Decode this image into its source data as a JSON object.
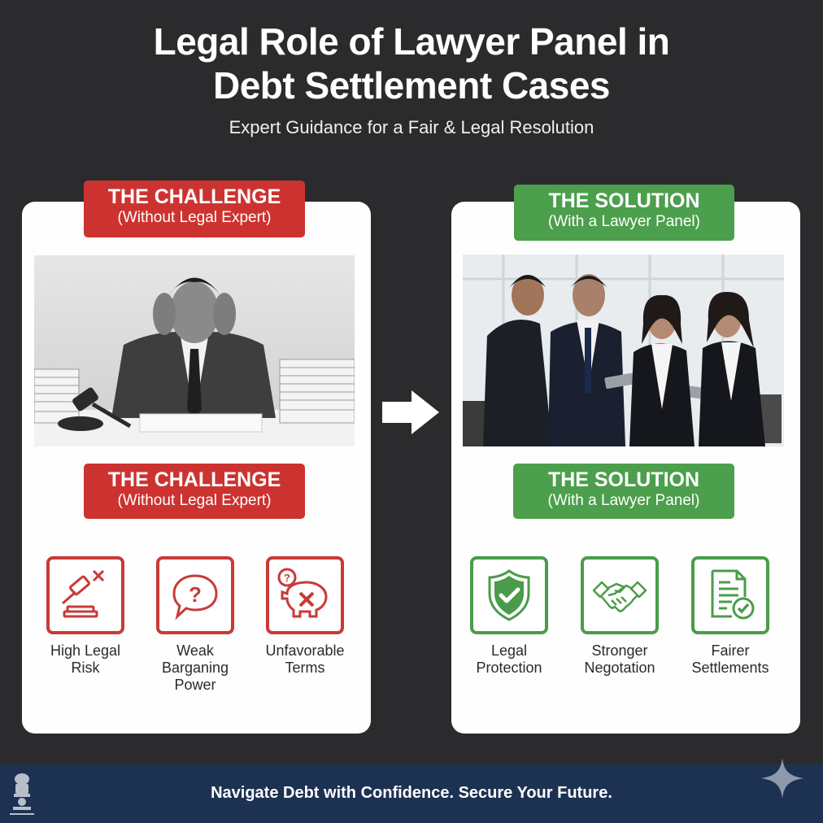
{
  "header": {
    "title_line1": "Legal Role of Lawyer Panel in",
    "title_line2": "Debt Settlement Cases",
    "subtitle": "Expert Guidance for a Fair & Legal Resolution"
  },
  "challenge": {
    "badge_title": "THE CHALLENGE",
    "badge_subtitle": "(Without Legal Expert)",
    "photo_alt": "Stressed man at desk with gavel and paper stacks",
    "color": "#cc3330",
    "items": [
      {
        "icon": "gavel-x-icon",
        "line1": "High Legal",
        "line2": "Risk",
        "line3": ""
      },
      {
        "icon": "speech-question-icon",
        "line1": "Weak",
        "line2": "Barganing",
        "line3": "Power"
      },
      {
        "icon": "piggybank-x-icon",
        "line1": "Unfavorable",
        "line2": "Terms",
        "line3": ""
      }
    ]
  },
  "solution": {
    "badge_title": "THE SOLUTION",
    "badge_subtitle": "(With a Lawyer Panel)",
    "photo_alt": "Team of four lawyers reviewing tablets in office",
    "color": "#4c9f4c",
    "items": [
      {
        "icon": "shield-check-icon",
        "line1": "Legal",
        "line2": "Protection"
      },
      {
        "icon": "handshake-icon",
        "line1": "Stronger",
        "line2": "Negotation"
      },
      {
        "icon": "document-check-icon",
        "line1": "Fairer",
        "line2": "Settlements"
      }
    ]
  },
  "footer": {
    "tagline": "Navigate Debt with Confidence. Secure Your Future.",
    "background": "#1d3152"
  }
}
